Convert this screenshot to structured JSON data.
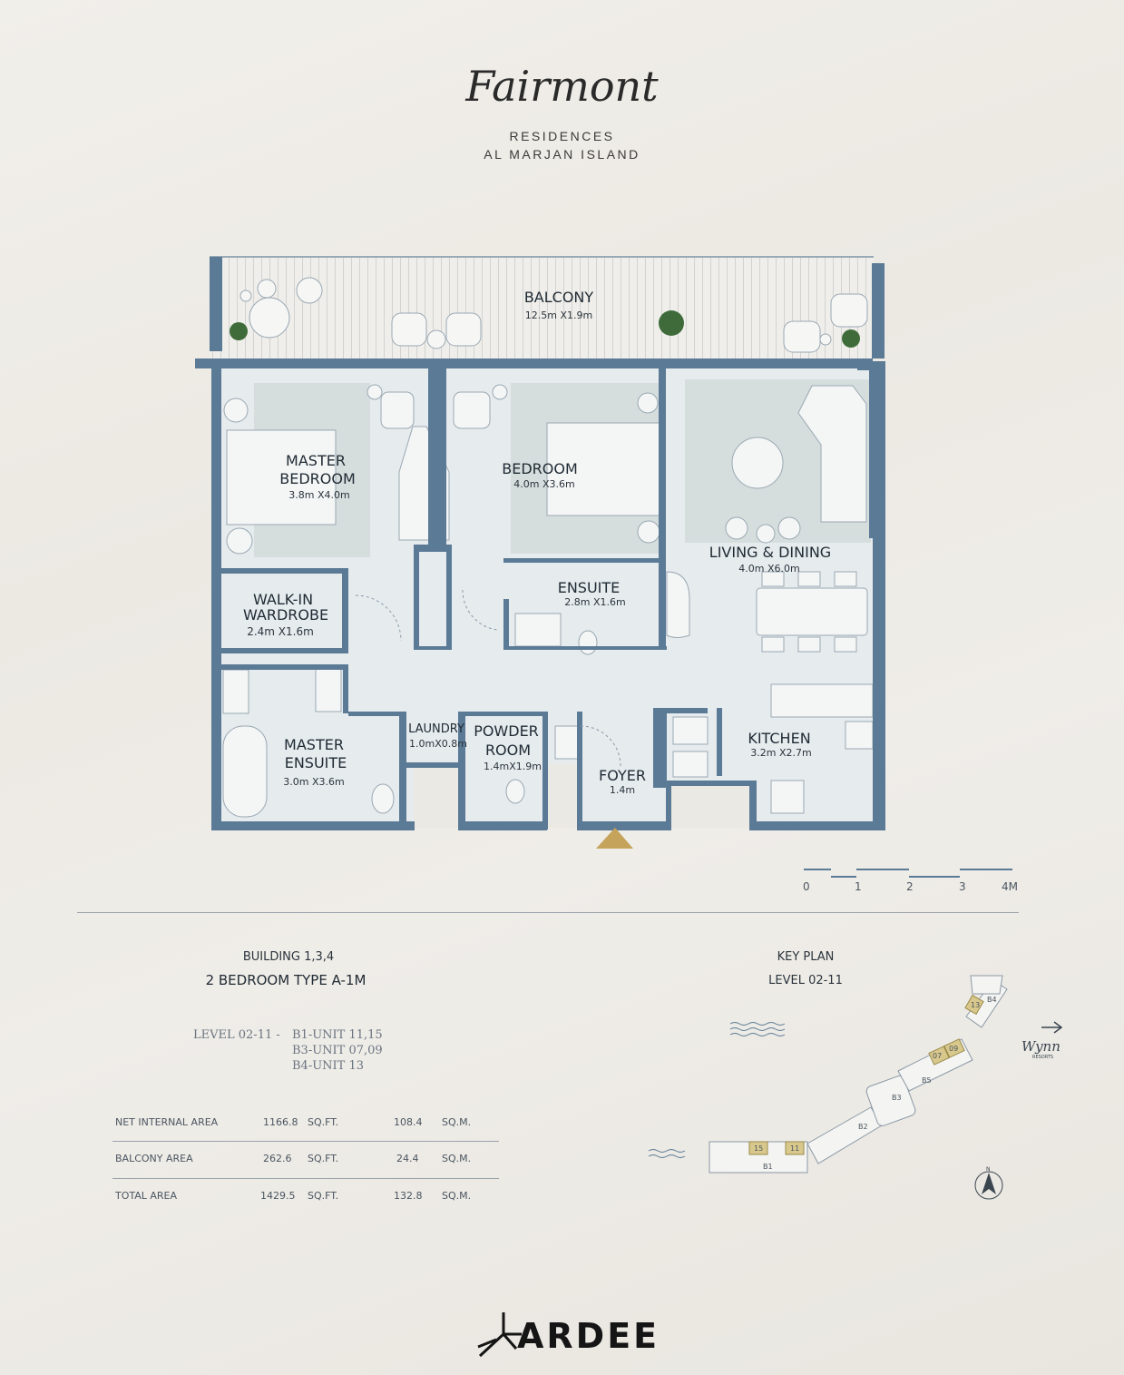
{
  "header": {
    "brand_script": "Fairmont",
    "line1": "RESIDENCES",
    "line2": "AL MARJAN ISLAND"
  },
  "rooms": {
    "balcony": {
      "name": "BALCONY",
      "size": "12.5m X1.9m"
    },
    "master_bedroom": {
      "name1": "MASTER",
      "name2": "BEDROOM",
      "size": "3.8m X4.0m"
    },
    "bedroom": {
      "name": "BEDROOM",
      "size": "4.0m X3.6m"
    },
    "living": {
      "name": "LIVING & DINING",
      "size": "4.0m X6.0m"
    },
    "ensuite": {
      "name": "ENSUITE",
      "size": "2.8m X1.6m"
    },
    "walkin": {
      "name1": "WALK-IN",
      "name2": "WARDROBE",
      "size": "2.4m X1.6m"
    },
    "master_ensuite": {
      "name1": "MASTER",
      "name2": "ENSUITE",
      "size": "3.0m X3.6m"
    },
    "laundry": {
      "name": "LAUNDRY",
      "size": "1.0mX0.8m"
    },
    "powder": {
      "name1": "POWDER",
      "name2": "ROOM",
      "size": "1.4mX1.9m"
    },
    "foyer": {
      "name": "FOYER",
      "size": "1.4m"
    },
    "kitchen": {
      "name": "KITCHEN",
      "size": "3.2m X2.7m"
    }
  },
  "scale_bar": {
    "ticks": [
      "0",
      "1",
      "2",
      "3",
      "4M"
    ]
  },
  "unit_info": {
    "building": "BUILDING 1,3,4",
    "type": "2 BEDROOM TYPE A-1M",
    "level_label": "LEVEL  02-11   -",
    "units": [
      "B1-UNIT 11,15",
      "B3-UNIT 07,09",
      "B4-UNIT 13"
    ]
  },
  "areas": {
    "rows": [
      {
        "label": "NET INTERNAL AREA",
        "sqft": "1166.8",
        "sqft_unit": "SQ.FT.",
        "sqm": "108.4",
        "sqm_unit": "SQ.M."
      },
      {
        "label": "BALCONY AREA",
        "sqft": "262.6",
        "sqft_unit": "SQ.FT.",
        "sqm": "24.4",
        "sqm_unit": "SQ.M."
      },
      {
        "label": "TOTAL AREA",
        "sqft": "1429.5",
        "sqft_unit": "SQ.FT.",
        "sqm": "132.8",
        "sqm_unit": "SQ.M."
      }
    ]
  },
  "key_plan": {
    "title": "KEY PLAN",
    "level": "LEVEL 02-11",
    "buildings": [
      "B1",
      "B2",
      "B3",
      "B4",
      "B5"
    ],
    "highlighted_units": [
      "15",
      "11",
      "07",
      "09",
      "13"
    ],
    "north": "N",
    "neighbor_logo": "Wynn",
    "neighbor_sub": "RESORTS"
  },
  "footer": {
    "brand": "ARDEE"
  },
  "colors": {
    "wall": "#5b7a96",
    "room_fill": "#e6ebee",
    "rug": "#d5dedd",
    "gold": "#c5a35a",
    "highlight_unit": "#d8c88c"
  }
}
